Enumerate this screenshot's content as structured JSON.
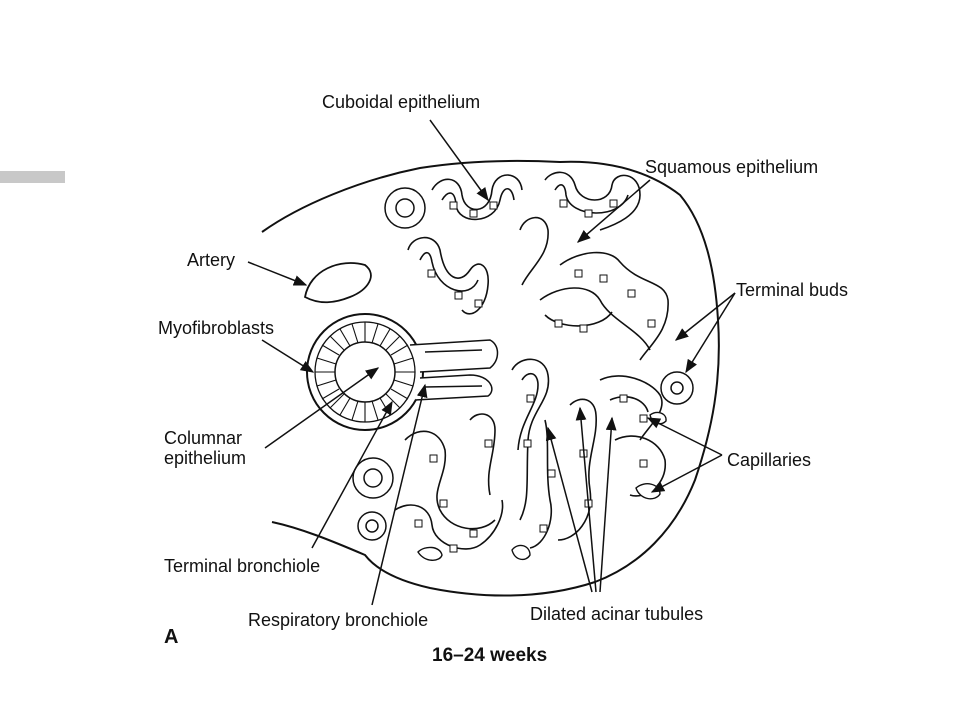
{
  "labels": {
    "cuboidal": "Cuboidal epithelium",
    "squamous": "Squamous epithelium",
    "artery": "Artery",
    "terminal_buds": "Terminal buds",
    "myofibroblasts": "Myofibroblasts",
    "columnar_1": "Columnar",
    "columnar_2": "epithelium",
    "capillaries": "Capillaries",
    "terminal_bronchiole": "Terminal bronchiole",
    "respiratory_bronchiole": "Respiratory bronchiole",
    "dilated_acinar": "Dilated acinar tubules",
    "panel": "A",
    "weeks": "16–24 weeks"
  },
  "colors": {
    "line": "#111111",
    "cell_fill": "#ffffff",
    "side_bar": "#c8c8c8"
  }
}
